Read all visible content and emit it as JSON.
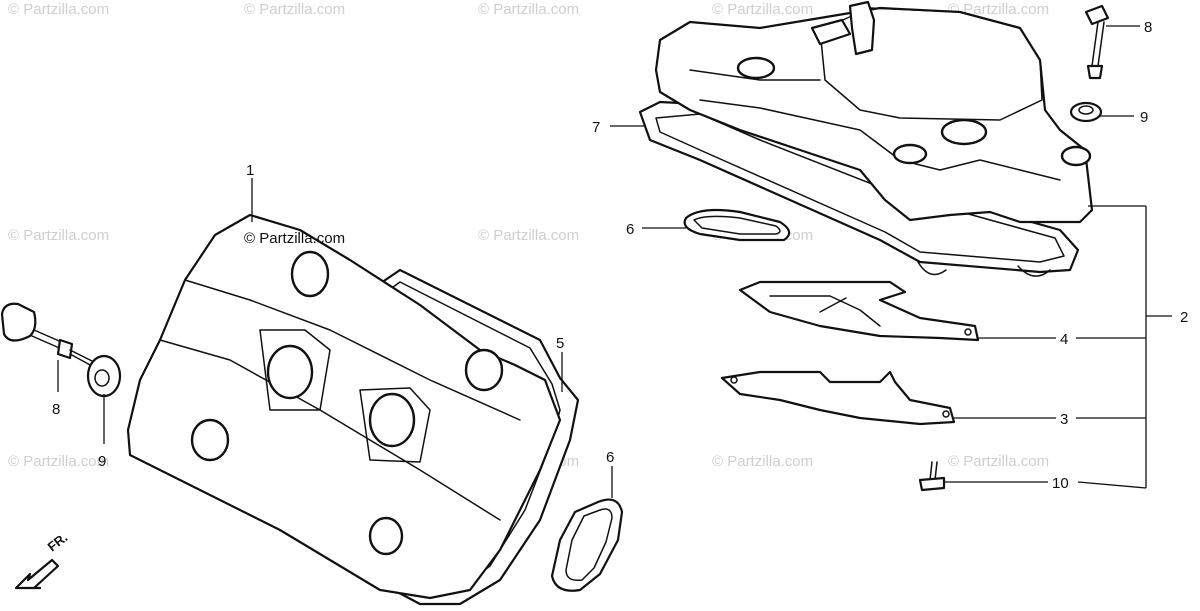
{
  "watermark": {
    "text": "© Partzilla.com",
    "main_text": "© Partzilla.com"
  },
  "direction_marker": {
    "label": "FR."
  },
  "callouts": [
    {
      "id": "c1",
      "label": "1"
    },
    {
      "id": "c2",
      "label": "2"
    },
    {
      "id": "c3",
      "label": "3"
    },
    {
      "id": "c4",
      "label": "4"
    },
    {
      "id": "c5",
      "label": "5"
    },
    {
      "id": "c6a",
      "label": "6"
    },
    {
      "id": "c6b",
      "label": "6"
    },
    {
      "id": "c7",
      "label": "7"
    },
    {
      "id": "c8a",
      "label": "8"
    },
    {
      "id": "c8b",
      "label": "8"
    },
    {
      "id": "c9a",
      "label": "9"
    },
    {
      "id": "c9b",
      "label": "9"
    },
    {
      "id": "c10",
      "label": "10"
    }
  ]
}
